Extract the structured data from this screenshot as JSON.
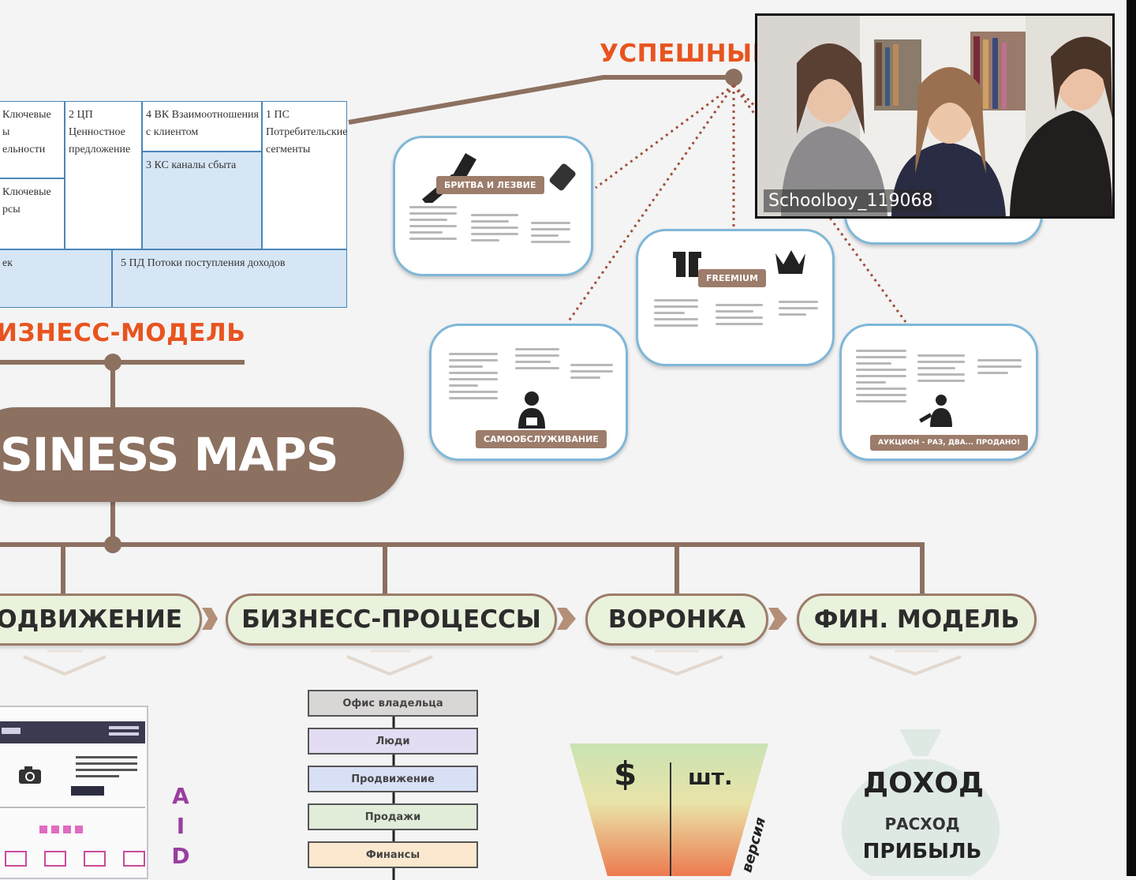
{
  "header": {
    "success_title": "УСПЕШНЫЕ"
  },
  "canvas": {
    "cells": [
      {
        "id": "kd",
        "text": "Ключевые\nы\nельности"
      },
      {
        "id": "cp",
        "text": "2 ЦП\nЦенностное\nпредложение"
      },
      {
        "id": "vk",
        "text": "4 ВК Взаимоотношения\nс клиентом"
      },
      {
        "id": "ps",
        "text": "1 ПС\nПотребительские\nсегменты"
      },
      {
        "id": "ks",
        "text": "3 КС каналы сбыта"
      },
      {
        "id": "kr",
        "text": "Ключевые\nрсы"
      },
      {
        "id": "costs",
        "text": "ек"
      },
      {
        "id": "pd",
        "text": "5 ПД Потоки поступления доходов"
      }
    ],
    "title": "ИЗНЕСС-МОДЕЛЬ"
  },
  "center": {
    "title": "SINESS MAPS"
  },
  "cards": [
    {
      "id": "razor",
      "tag": "БРИТВА И ЛЕЗВИЕ"
    },
    {
      "id": "freemium",
      "tag": "FREEMIUM"
    },
    {
      "id": "self",
      "tag": "САМООБСЛУЖИВАНИЕ"
    },
    {
      "id": "auction",
      "tag": "АУКЦИОН - РАЗ, ДВА... ПРОДАНО!"
    }
  ],
  "stages": [
    {
      "label": "ОДВИЖЕНИЕ"
    },
    {
      "label": "БИЗНЕСС-ПРОЦЕССЫ"
    },
    {
      "label": "ВОРОНКА"
    },
    {
      "label": "ФИН. МОДЕЛЬ"
    }
  ],
  "processes": [
    {
      "label": "Офис владельца",
      "color": "#d9d6d6"
    },
    {
      "label": "Люди",
      "color": "#e4dcf2"
    },
    {
      "label": "Продвижение",
      "color": "#d8e0f6"
    },
    {
      "label": "Продажи",
      "color": "#e1ecd9"
    },
    {
      "label": "Финансы",
      "color": "#fbe8cf"
    }
  ],
  "funnel": {
    "money": "$",
    "units": "шт.",
    "side": "версия"
  },
  "aida": [
    "A",
    "I",
    "D"
  ],
  "finance": {
    "income": "ДОХОД",
    "expense": "РАСХОД",
    "profit": "ПРИБЫЛЬ"
  },
  "webcam": {
    "username": "Schoolboy_119068"
  },
  "colors": {
    "brown": "#9c7c6a",
    "orange": "#e8541f",
    "blue": "#7fb7d8",
    "green_pill": "#e9f2dc"
  }
}
